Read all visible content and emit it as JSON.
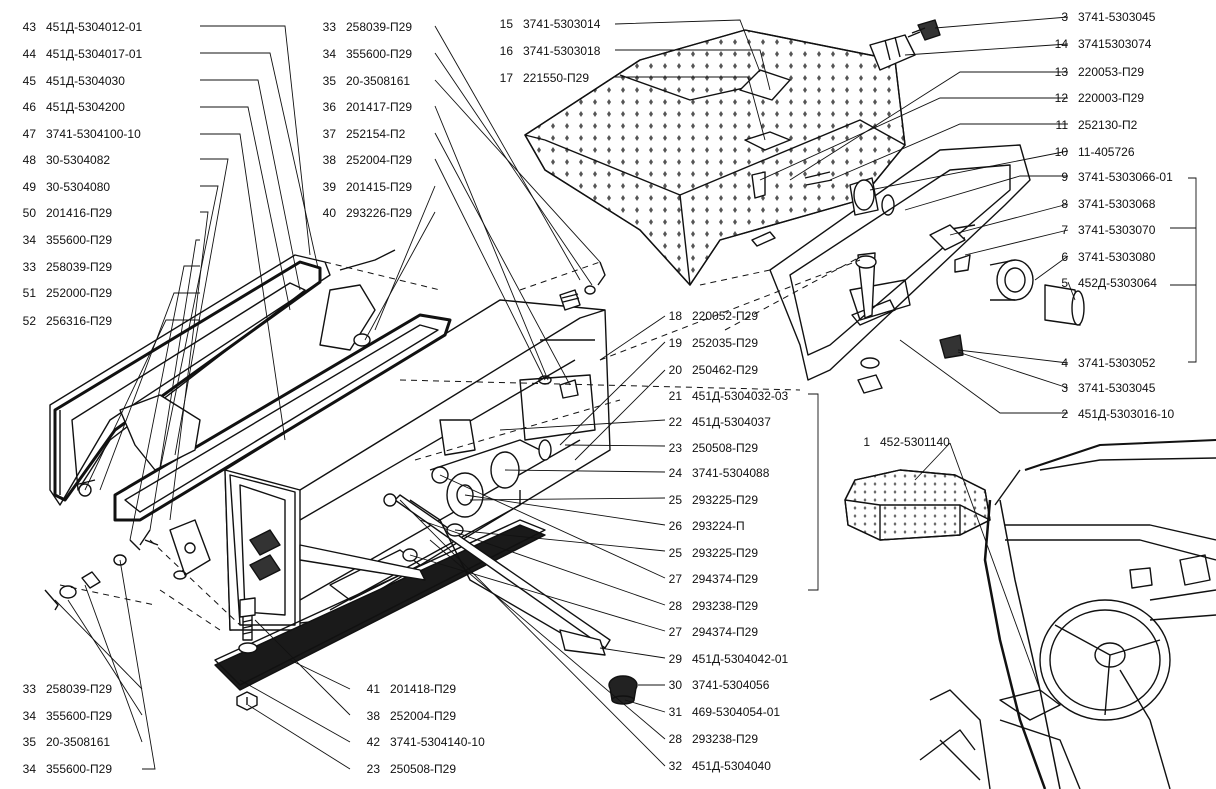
{
  "colors": {
    "ink": "#111111",
    "paper": "#ffffff",
    "gasket": "#1a1a1a",
    "pattern": "#555555"
  },
  "callouts": {
    "left": [
      {
        "n": "43",
        "code": "451Д-5304012-01"
      },
      {
        "n": "44",
        "code": "451Д-5304017-01"
      },
      {
        "n": "45",
        "code": "451Д-5304030"
      },
      {
        "n": "46",
        "code": "451Д-5304200"
      },
      {
        "n": "47",
        "code": "3741-5304100-10"
      },
      {
        "n": "48",
        "code": "30-5304082"
      },
      {
        "n": "49",
        "code": "30-5304080"
      },
      {
        "n": "50",
        "code": "201416-П29"
      },
      {
        "n": "34",
        "code": "355600-П29"
      },
      {
        "n": "33",
        "code": "258039-П29"
      },
      {
        "n": "51",
        "code": "252000-П29"
      },
      {
        "n": "52",
        "code": "256316-П29"
      }
    ],
    "left_bottom": [
      {
        "n": "33",
        "code": "258039-П29"
      },
      {
        "n": "34",
        "code": "355600-П29"
      },
      {
        "n": "35",
        "code": "20-3508161"
      },
      {
        "n": "34",
        "code": "355600-П29"
      }
    ],
    "mid_top": [
      {
        "n": "33",
        "code": "258039-П29"
      },
      {
        "n": "34",
        "code": "355600-П29"
      },
      {
        "n": "35",
        "code": "20-3508161"
      },
      {
        "n": "36",
        "code": "201417-П29"
      },
      {
        "n": "37",
        "code": "252154-П2"
      },
      {
        "n": "38",
        "code": "252004-П29"
      },
      {
        "n": "39",
        "code": "201415-П29"
      },
      {
        "n": "40",
        "code": "293226-П29"
      }
    ],
    "mid_bottom": [
      {
        "n": "41",
        "code": "201418-П29"
      },
      {
        "n": "38",
        "code": "252004-П29"
      },
      {
        "n": "42",
        "code": "3741-5304140-10"
      },
      {
        "n": "23",
        "code": "250508-П29"
      }
    ],
    "center_top": [
      {
        "n": "15",
        "code": "3741-5303014"
      },
      {
        "n": "16",
        "code": "3741-5303018"
      },
      {
        "n": "17",
        "code": "221550-П29"
      }
    ],
    "right_center": [
      {
        "n": "18",
        "code": "220052-П29"
      },
      {
        "n": "19",
        "code": "252035-П29"
      },
      {
        "n": "20",
        "code": "250462-П29"
      },
      {
        "n": "21",
        "code": "451Д-5304032-03"
      },
      {
        "n": "22",
        "code": "451Д-5304037"
      },
      {
        "n": "23",
        "code": "250508-П29"
      },
      {
        "n": "24",
        "code": "3741-5304088"
      },
      {
        "n": "25",
        "code": "293225-П29"
      },
      {
        "n": "26",
        "code": "293224-П"
      },
      {
        "n": "25",
        "code": "293225-П29"
      },
      {
        "n": "27",
        "code": "294374-П29"
      },
      {
        "n": "28",
        "code": "293238-П29"
      },
      {
        "n": "27",
        "code": "294374-П29"
      },
      {
        "n": "29",
        "code": "451Д-5304042-01"
      },
      {
        "n": "30",
        "code": "3741-5304056"
      },
      {
        "n": "31",
        "code": "469-5304054-01"
      },
      {
        "n": "28",
        "code": "293238-П29"
      },
      {
        "n": "32",
        "code": "451Д-5304040"
      }
    ],
    "right": [
      {
        "n": "3",
        "code": "3741-5303045"
      },
      {
        "n": "14",
        "code": "37415303074"
      },
      {
        "n": "13",
        "code": "220053-П29"
      },
      {
        "n": "12",
        "code": "220003-П29"
      },
      {
        "n": "11",
        "code": "252130-П2"
      },
      {
        "n": "10",
        "code": "11-405726"
      },
      {
        "n": "9",
        "code": "3741-5303066-01"
      },
      {
        "n": "8",
        "code": "3741-5303068"
      },
      {
        "n": "7",
        "code": "3741-5303070"
      },
      {
        "n": "6",
        "code": "3741-5303080"
      },
      {
        "n": "5",
        "code": "452Д-5303064"
      },
      {
        "n": "4",
        "code": "3741-5303052"
      },
      {
        "n": "3",
        "code": "3741-5303045"
      },
      {
        "n": "2",
        "code": "451Д-5303016-10"
      }
    ],
    "inset": {
      "n": "1",
      "code": "452-5301140"
    }
  }
}
